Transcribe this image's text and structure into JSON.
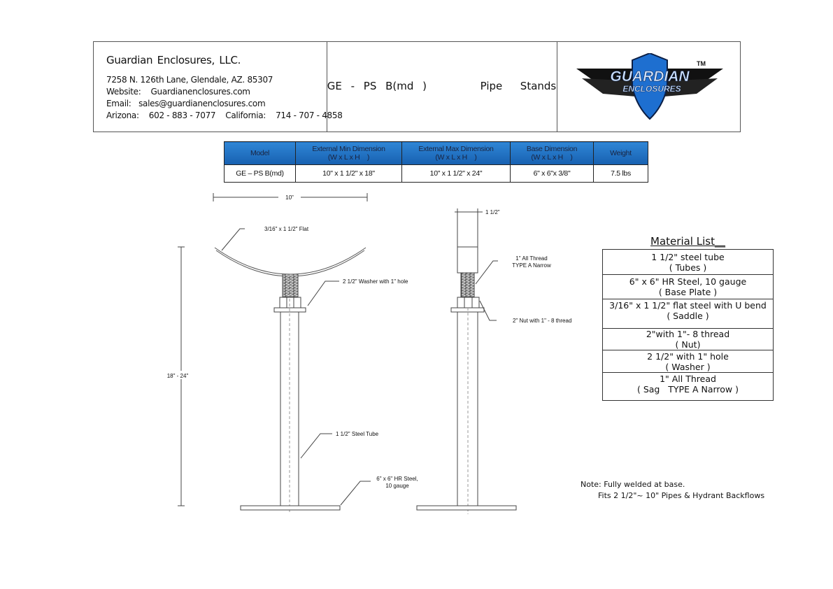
{
  "company": {
    "name": "Guardian   Enclosures,    LLC.",
    "address": "7258 N. 126th Lane, Glendale, AZ. 85307",
    "website": "Website:    Guardianenclosures.com",
    "email": "Email:   sales@guardianenclosures.com",
    "phones": "Arizona:    602 - 883 - 7077    California:    714 - 707 - 4858"
  },
  "title": "GE - PS B(md )      Pipe  Stands",
  "logo": {
    "line1": "GUARDIAN",
    "line2": "ENCLOSURES",
    "tm": "TM",
    "shield_color": "#1e6fd0"
  },
  "spec_table": {
    "headers": [
      {
        "l1": "Model",
        "l2": ""
      },
      {
        "l1": "External  Min Dimension",
        "l2": "(W x L x H    )"
      },
      {
        "l1": "External  Max Dimension",
        "l2": "(W x L x H    )"
      },
      {
        "l1": "Base Dimension",
        "l2": "(W x L x H    )"
      },
      {
        "l1": "Weight",
        "l2": ""
      }
    ],
    "row": [
      "GE – PS B(md)",
      "10\" x 1 1/2\" x 18\"",
      "10\" x 1 1/2\" x 24\"",
      "6\" x 6\"x 3/8\"",
      "7.5 lbs"
    ]
  },
  "drawing": {
    "width_dim": "10\"",
    "height_dim": "18\" - 24\"",
    "saddle_label": "3/16\" x 1 1/2\" Flat",
    "washer_label": "2  1/2\" Washer with 1\" hole",
    "tube_label": "1  1/2\" Steel Tube",
    "base_label_1": "6\" x 6\" HR Steel,",
    "base_label_2": "10 gauge",
    "side_width_dim": "1  1/2\"",
    "thread_label_1": "1\" All Thread",
    "thread_label_2": "TYPE A Narrow",
    "nut_label": "2\" Nut with 1\" - 8 thread"
  },
  "material_list": {
    "title": "Material List__",
    "items": [
      {
        "l1": "1 1/2\" steel tube",
        "l2": "( Tubes )"
      },
      {
        "l1": "6\" x 6\" HR Steel, 10 gauge",
        "l2": "( Base Plate )"
      },
      {
        "l1": "3/16\" x 1 1/2\" flat steel with U bend",
        "l2": "(  Saddle )"
      },
      {
        "l1": "2\"with 1\"- 8 thread",
        "l2": "( Nut)"
      },
      {
        "l1": "2 1/2\" with 1\" hole",
        "l2": "( Washer )"
      },
      {
        "l1": "1\" All Thread",
        "l2": "( Sag   TYPE A Narrow )"
      }
    ]
  },
  "note": {
    "line1": "Note: Fully welded at base.",
    "line2": "Fits 2 1/2\"~ 10\" Pipes & Hydrant Backflows"
  }
}
